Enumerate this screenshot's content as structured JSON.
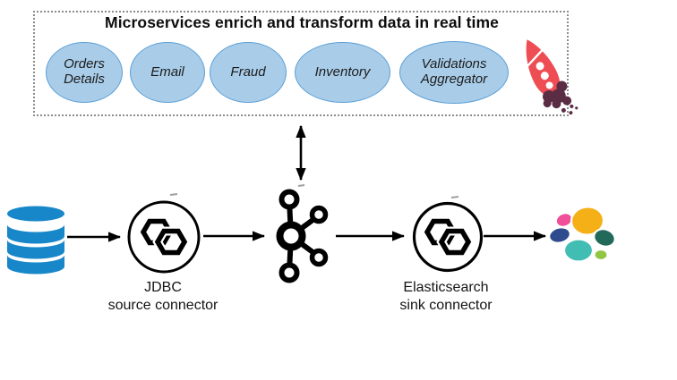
{
  "microservices": {
    "title": "Microservices enrich and transform data in real time",
    "items": [
      {
        "label": "Orders Details"
      },
      {
        "label": "Email"
      },
      {
        "label": "Fraud"
      },
      {
        "label": "Inventory"
      },
      {
        "label": "Validations Aggregator"
      }
    ],
    "decoration_icon": "rocket-icon"
  },
  "pipeline": {
    "source_icon": "database-icon",
    "broker_icon": "kafka-icon",
    "sink_icon": "elasticsearch-logo",
    "connector_icon": "kafka-connect-icon",
    "jdbc_label": {
      "line1": "JDBC",
      "line2": "source connector"
    },
    "es_label": {
      "line1": "Elasticsearch",
      "line2": "sink connector"
    }
  },
  "colors": {
    "box_border": "#8c8c8c",
    "ellipse_fill": "#a9cde9",
    "ellipse_stroke": "#5b9fd6",
    "db_blue": "#1787c9",
    "line_black": "#000000",
    "rocket_red": "#ee4d53",
    "rocket_dark": "#5b2d45",
    "elastic_yellow": "#f5b017",
    "elastic_pink": "#ef4f98",
    "elastic_navy": "#2e4b8e",
    "elastic_teal": "#41bdb3",
    "elastic_green_dark": "#22695a",
    "elastic_green_light": "#91c544"
  }
}
